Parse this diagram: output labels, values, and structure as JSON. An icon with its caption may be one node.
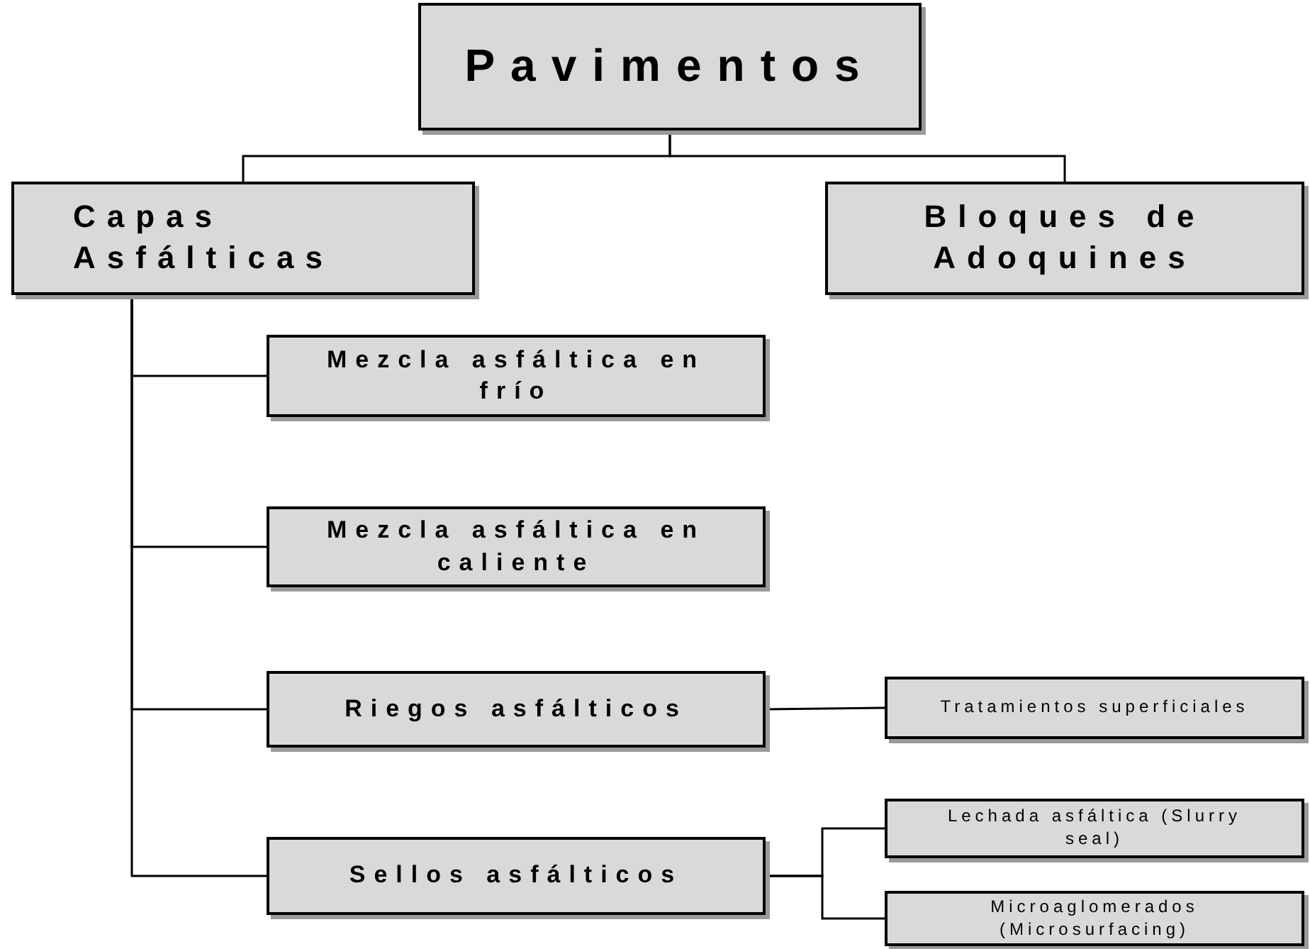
{
  "diagram": {
    "nodes": [
      {
        "text": [
          "Pavimentos"
        ]
      },
      {
        "text": [
          "Capas Asfálticas"
        ]
      },
      {
        "text": [
          "Bloques de Adoquines"
        ]
      },
      {
        "text": [
          "Mezcla asfáltica en frío"
        ]
      },
      {
        "text": [
          "Mezcla asfáltica en caliente"
        ]
      },
      {
        "text": [
          "Riegos asfálticos"
        ]
      },
      {
        "text": [
          "Sellos asfálticos"
        ]
      },
      {
        "text": [
          "Tratamientos superficiales"
        ]
      },
      {
        "text": [
          "Lechada asfáltica (Slurry seal)"
        ]
      },
      {
        "text": [
          "Microaglomerados (Microsurfacing)"
        ]
      }
    ],
    "edges": [
      {
        "from": 0,
        "to": 1,
        "arrow": "none"
      },
      {
        "from": 0,
        "to": 2,
        "arrow": "none"
      },
      {
        "from": 1,
        "to": 3,
        "arrow": "none"
      },
      {
        "from": 1,
        "to": 4,
        "arrow": "none"
      },
      {
        "from": 1,
        "to": 5,
        "arrow": "none"
      },
      {
        "from": 1,
        "to": 6,
        "arrow": "none"
      },
      {
        "from": 5,
        "to": 7,
        "arrow": "none"
      },
      {
        "from": 6,
        "to": 8,
        "arrow": "none"
      },
      {
        "from": 6,
        "to": 9,
        "arrow": "none"
      }
    ]
  }
}
